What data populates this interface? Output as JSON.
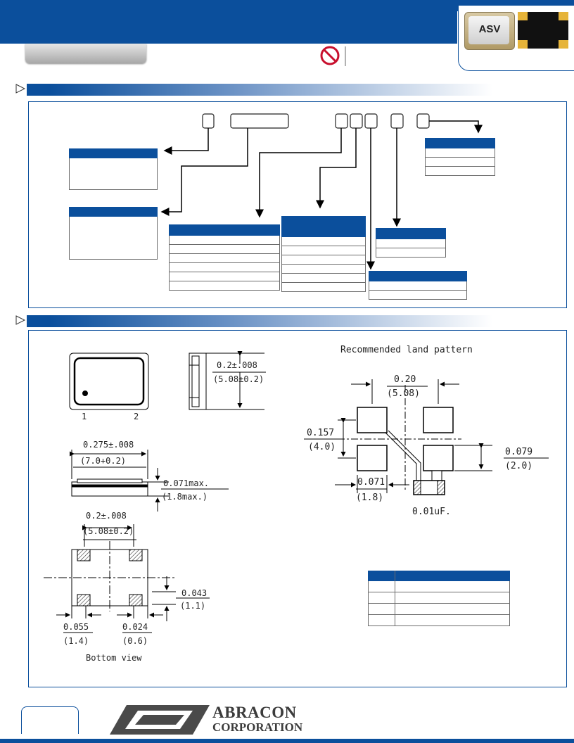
{
  "product": {
    "photo_label": "ASV"
  },
  "drawing": {
    "land_pattern_title": "Recommended land pattern",
    "pin_1": "1",
    "pin_2": "2",
    "side_height_in": "0.2±.008",
    "side_height_mm": "(5.08±0.2)",
    "length_in": "0.275±.008",
    "length_mm": "(7.0+0.2)",
    "max_height_in": "0.071max.",
    "max_height_mm": "(1.8max.)",
    "pad_pitch_in": "0.2±.008",
    "pad_pitch_mm": "(5.08±0.2)",
    "pad_height_in": "0.043",
    "pad_height_mm": "(1.1)",
    "pad_width_in": "0.055",
    "pad_width_mm": "(1.4)",
    "pad_gap_in": "0.024",
    "pad_gap_mm": "(0.6)",
    "bottom_view": "Bottom view",
    "land_pitch_in": "0.20",
    "land_pitch_mm": "(5.08)",
    "land_vpitch_in": "0.157",
    "land_vpitch_mm": "(4.0)",
    "land_pad_in": "0.079",
    "land_pad_mm": "(2.0)",
    "land_pad_w_in": "0.071",
    "land_pad_w_mm": "(1.8)",
    "capacitor": "0.01uF."
  },
  "footer": {
    "logo_line1": "ABRACON",
    "logo_line2": "CORPORATION"
  },
  "colors": {
    "brand_blue": "#0b4f9c",
    "no_symbol": "#c8102e"
  },
  "icons": {
    "arrow": "outline-triangle-arrow-icon",
    "no_symbol": "prohibited-icon"
  }
}
